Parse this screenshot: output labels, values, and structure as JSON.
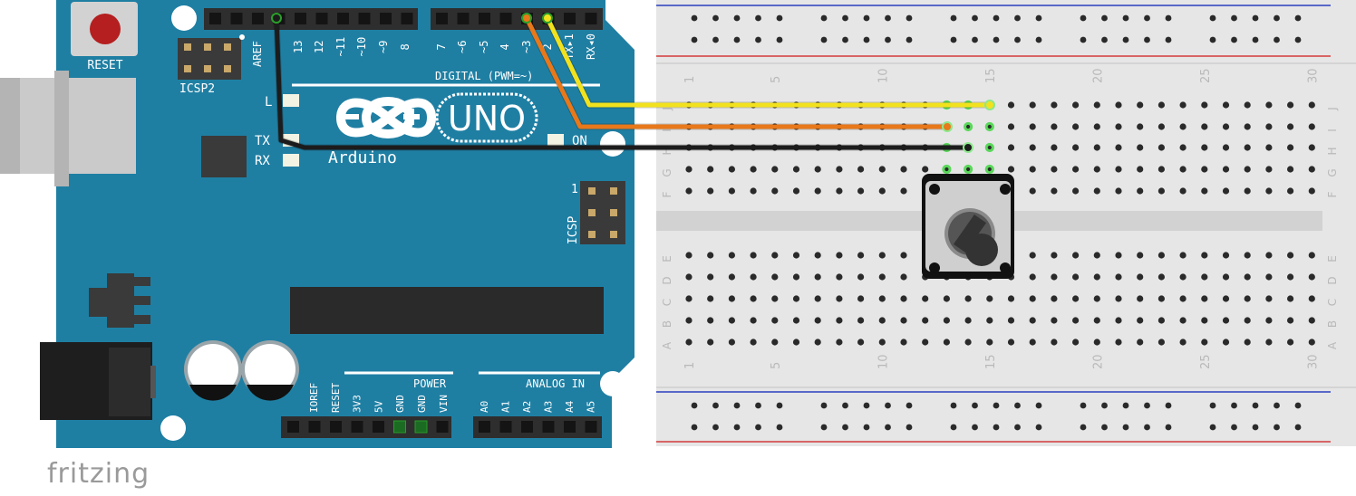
{
  "watermark": "fritzing",
  "arduino": {
    "reset_label": "RESET",
    "icsp2_label": "ICSP2",
    "icsp_label": "ICSP",
    "icsp_pin1": "1",
    "aref_label": "AREF",
    "digital_label": "DIGITAL (PWM=~)",
    "digital_pins": [
      "13",
      "12",
      "~11",
      "~10",
      "~9",
      "8",
      "7",
      "~6",
      "~5",
      "4",
      "~3",
      "2",
      "TX▸1",
      "RX◂0"
    ],
    "led_l": "L",
    "led_tx": "TX",
    "led_rx": "RX",
    "led_on": "ON",
    "logo_text": "UNO",
    "brand": "Arduino",
    "power_label": "POWER",
    "power_pins": [
      "IOREF",
      "RESET",
      "3V3",
      "5V",
      "GND",
      "GND",
      "VIN"
    ],
    "analog_label": "ANALOG IN",
    "analog_pins": [
      "A0",
      "A1",
      "A2",
      "A3",
      "A4",
      "A5"
    ],
    "board_color": "#1f7fa3"
  },
  "breadboard": {
    "column_numbers": [
      "1",
      "5",
      "10",
      "15",
      "20",
      "25",
      "30"
    ],
    "row_letters_top": [
      "J",
      "I",
      "H",
      "G",
      "F"
    ],
    "row_letters_bottom": [
      "E",
      "D",
      "C",
      "B",
      "A"
    ]
  },
  "wires": [
    {
      "name": "yellow-wire",
      "color": "#f2e21e"
    },
    {
      "name": "orange-wire",
      "color": "#e87819"
    },
    {
      "name": "black-wire",
      "color": "#1c1c1c"
    }
  ]
}
